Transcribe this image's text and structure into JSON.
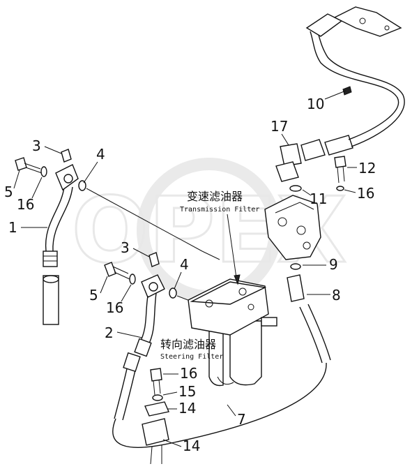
{
  "watermark": "OPEX",
  "filters": {
    "transmission_cn": "变速滤油器",
    "transmission_en": "Transmission Filter",
    "steering_cn": "转向滤油器",
    "steering_en": "Steering Filter"
  },
  "callouts": [
    "1",
    "2",
    "3",
    "3",
    "4",
    "4",
    "5",
    "5",
    "7",
    "8",
    "9",
    "10",
    "11",
    "12",
    "14",
    "14",
    "15",
    "16",
    "16",
    "16",
    "16",
    "17"
  ]
}
